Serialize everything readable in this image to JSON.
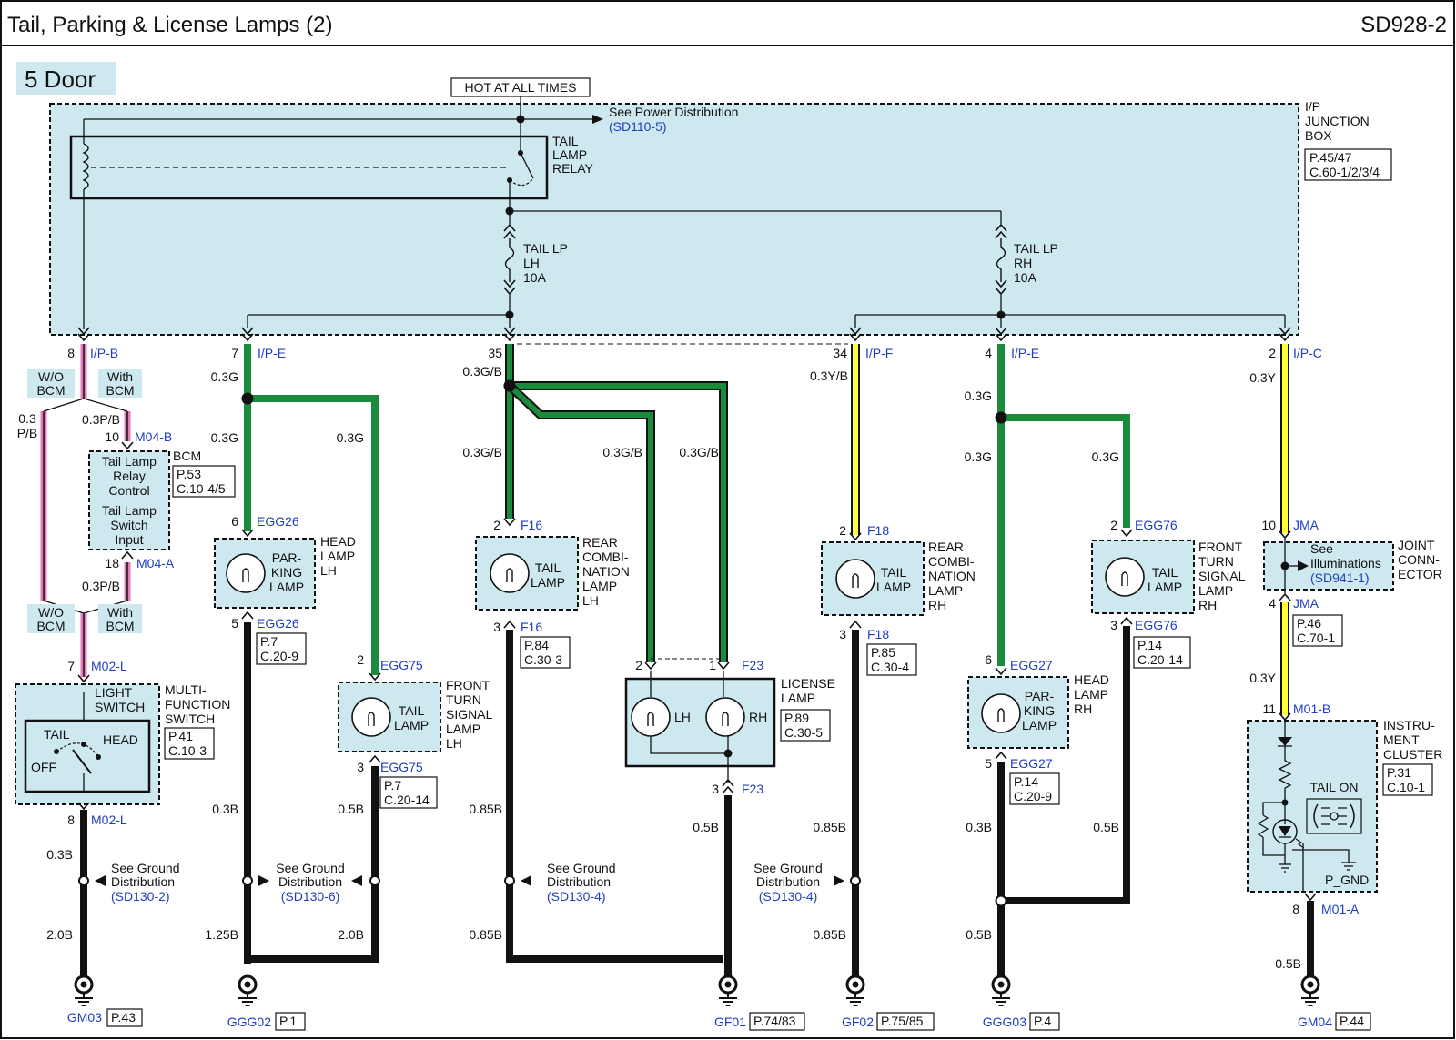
{
  "header": {
    "title": "Tail, Parking & License Lamps (2)",
    "code": "SD928-2"
  },
  "variant": "5 Door",
  "colors": {
    "box_fill": "#cde8ef",
    "green": "#1b8a3c",
    "black": "#111111",
    "pink": "#e57ab8",
    "yellow": "#ffff33",
    "link_blue": "#1f3fbf"
  },
  "junction_box": {
    "hot_label": "HOT AT ALL TIMES",
    "power_ref": "See Power Distribution",
    "power_ref_code": "(SD110-5)",
    "relay": [
      "TAIL",
      "LAMP",
      "RELAY"
    ],
    "label": [
      "I/P",
      "JUNCTION",
      "BOX"
    ],
    "ref": [
      "P.45/47",
      "C.60-1/2/3/4"
    ],
    "fuse_lh": [
      "TAIL LP",
      "LH",
      "10A"
    ],
    "fuse_rh": [
      "TAIL LP",
      "RH",
      "10A"
    ]
  },
  "connectors": [
    {
      "pin": "8",
      "name": "I/P-B"
    },
    {
      "pin": "7",
      "name": "I/P-E"
    },
    {
      "pin": "35",
      "name": ""
    },
    {
      "pin": "34",
      "name": "I/P-F"
    },
    {
      "pin": "4",
      "name": "I/P-E"
    },
    {
      "pin": "2",
      "name": "I/P-C"
    }
  ],
  "left_col": {
    "wo_bcm": [
      "W/O",
      "BCM"
    ],
    "with_bcm": [
      "With",
      "BCM"
    ],
    "wire_03pb_a": [
      "0.3",
      "P/B"
    ],
    "wire_03pb": "0.3P/B",
    "pin10": "10",
    "m04b": "M04-B",
    "pin18": "18",
    "m04a": "M04-A",
    "bcm_label": "BCM",
    "bcm_ref": [
      "P.53",
      "C.10-4/5"
    ],
    "bcm_relay": [
      "Tail Lamp",
      "Relay",
      "Control"
    ],
    "bcm_switch": [
      "Tail Lamp",
      "Switch",
      "Input"
    ],
    "pin7": "7",
    "m02l": "M02-L",
    "pin8": "8",
    "light_switch": [
      "LIGHT",
      "SWITCH"
    ],
    "tail": "TAIL",
    "head": "HEAD",
    "off": "OFF",
    "mfs": [
      "MULTI-",
      "FUNCTION",
      "SWITCH"
    ],
    "mfs_ref": [
      "P.41",
      "C.10-3"
    ],
    "w03b": "0.3B",
    "w20b": "2.0B",
    "gnd_ref": [
      "See Ground",
      "Distribution",
      "(SD130-2)"
    ],
    "ground": "GM03",
    "ground_ref": "P.43"
  },
  "col2": {
    "w03g": "0.3G",
    "pin6": "6",
    "egg26": "EGG26",
    "parking": [
      "PAR-",
      "KING",
      "LAMP"
    ],
    "head_lh": [
      "HEAD",
      "LAMP",
      "LH"
    ],
    "pin5": "5",
    "ref": [
      "P.7",
      "C.20-9"
    ],
    "w03b": "0.3B",
    "w125b": "1.25B",
    "w05b": "0.5B",
    "w20b": "2.0B",
    "pin2": "2",
    "egg75": "EGG75",
    "tail_lamp": [
      "TAIL",
      "LAMP"
    ],
    "front_turn": [
      "FRONT",
      "TURN",
      "SIGNAL",
      "LAMP",
      "LH"
    ],
    "pin3": "3",
    "ref75": [
      "P.7",
      "C.20-14"
    ],
    "gnd_ref": [
      "See Ground",
      "Distribution",
      "(SD130-6)"
    ],
    "ground": "GGG02",
    "ground_ref": "P.1"
  },
  "col3": {
    "w03gb": "0.3G/B",
    "pin2": "2",
    "f16": "F16",
    "tail_lamp": [
      "TAIL",
      "LAMP"
    ],
    "rear_comb": [
      "REAR",
      "COMBI-",
      "NATION",
      "LAMP",
      "LH"
    ],
    "pin3": "3",
    "ref": [
      "P.84",
      "C.30-3"
    ],
    "w085b": "0.85B",
    "gnd_ref": [
      "See Ground",
      "Distribution",
      "(SD130-4)"
    ],
    "lic_pin2": "2",
    "lic_pin1": "1",
    "f23": "F23",
    "lh": "LH",
    "rh": "RH",
    "license": [
      "LICENSE",
      "LAMP"
    ],
    "lic_ref": [
      "P.89",
      "C.30-5"
    ],
    "pin3b": "3",
    "w05b": "0.5B",
    "ground": "GF01",
    "ground_ref": "P.74/83"
  },
  "col4": {
    "w03yb": "0.3Y/B",
    "pin2": "2",
    "f18": "F18",
    "tail_lamp": [
      "TAIL",
      "LAMP"
    ],
    "rear_comb": [
      "REAR",
      "COMBI-",
      "NATION",
      "LAMP",
      "RH"
    ],
    "pin3": "3",
    "ref": [
      "P.85",
      "C.30-4"
    ],
    "w085b": "0.85B",
    "gnd_ref": [
      "See Ground",
      "Distribution",
      "(SD130-4)"
    ],
    "ground": "GF02",
    "ground_ref": "P.75/85"
  },
  "col5": {
    "w03g": "0.3G",
    "pin6": "6",
    "egg27": "EGG27",
    "parking": [
      "PAR-",
      "KING",
      "LAMP"
    ],
    "head_rh": [
      "HEAD",
      "LAMP",
      "RH"
    ],
    "pin5": "5",
    "ref": [
      "P.14",
      "C.20-9"
    ],
    "w03b": "0.3B",
    "w05b": "0.5B",
    "pin2": "2",
    "egg76": "EGG76",
    "tail_lamp": [
      "TAIL",
      "LAMP"
    ],
    "front_turn": [
      "FRONT",
      "TURN",
      "SIGNAL",
      "LAMP",
      "RH"
    ],
    "pin3": "3",
    "ref76": [
      "P.14",
      "C.20-14"
    ],
    "ground": "GGG03",
    "ground_ref": "P.4"
  },
  "col6": {
    "w03y": "0.3Y",
    "pin10": "10",
    "jma": "JMA",
    "see_illum": [
      "See",
      "Illuminations",
      "(SD941-1)"
    ],
    "joint": [
      "JOINT",
      "CONN-",
      "ECTOR"
    ],
    "pin4": "4",
    "ref_jma": [
      "P.46",
      "C.70-1"
    ],
    "pin11": "11",
    "m01b": "M01-B",
    "cluster": [
      "INSTRU-",
      "MENT",
      "CLUSTER"
    ],
    "cluster_ref": [
      "P.31",
      "C.10-1"
    ],
    "tail_on": "TAIL ON",
    "pgnd": "P_GND",
    "pin8": "8",
    "m01a": "M01-A",
    "w05b": "0.5B",
    "ground": "GM04",
    "ground_ref": "P.44"
  }
}
